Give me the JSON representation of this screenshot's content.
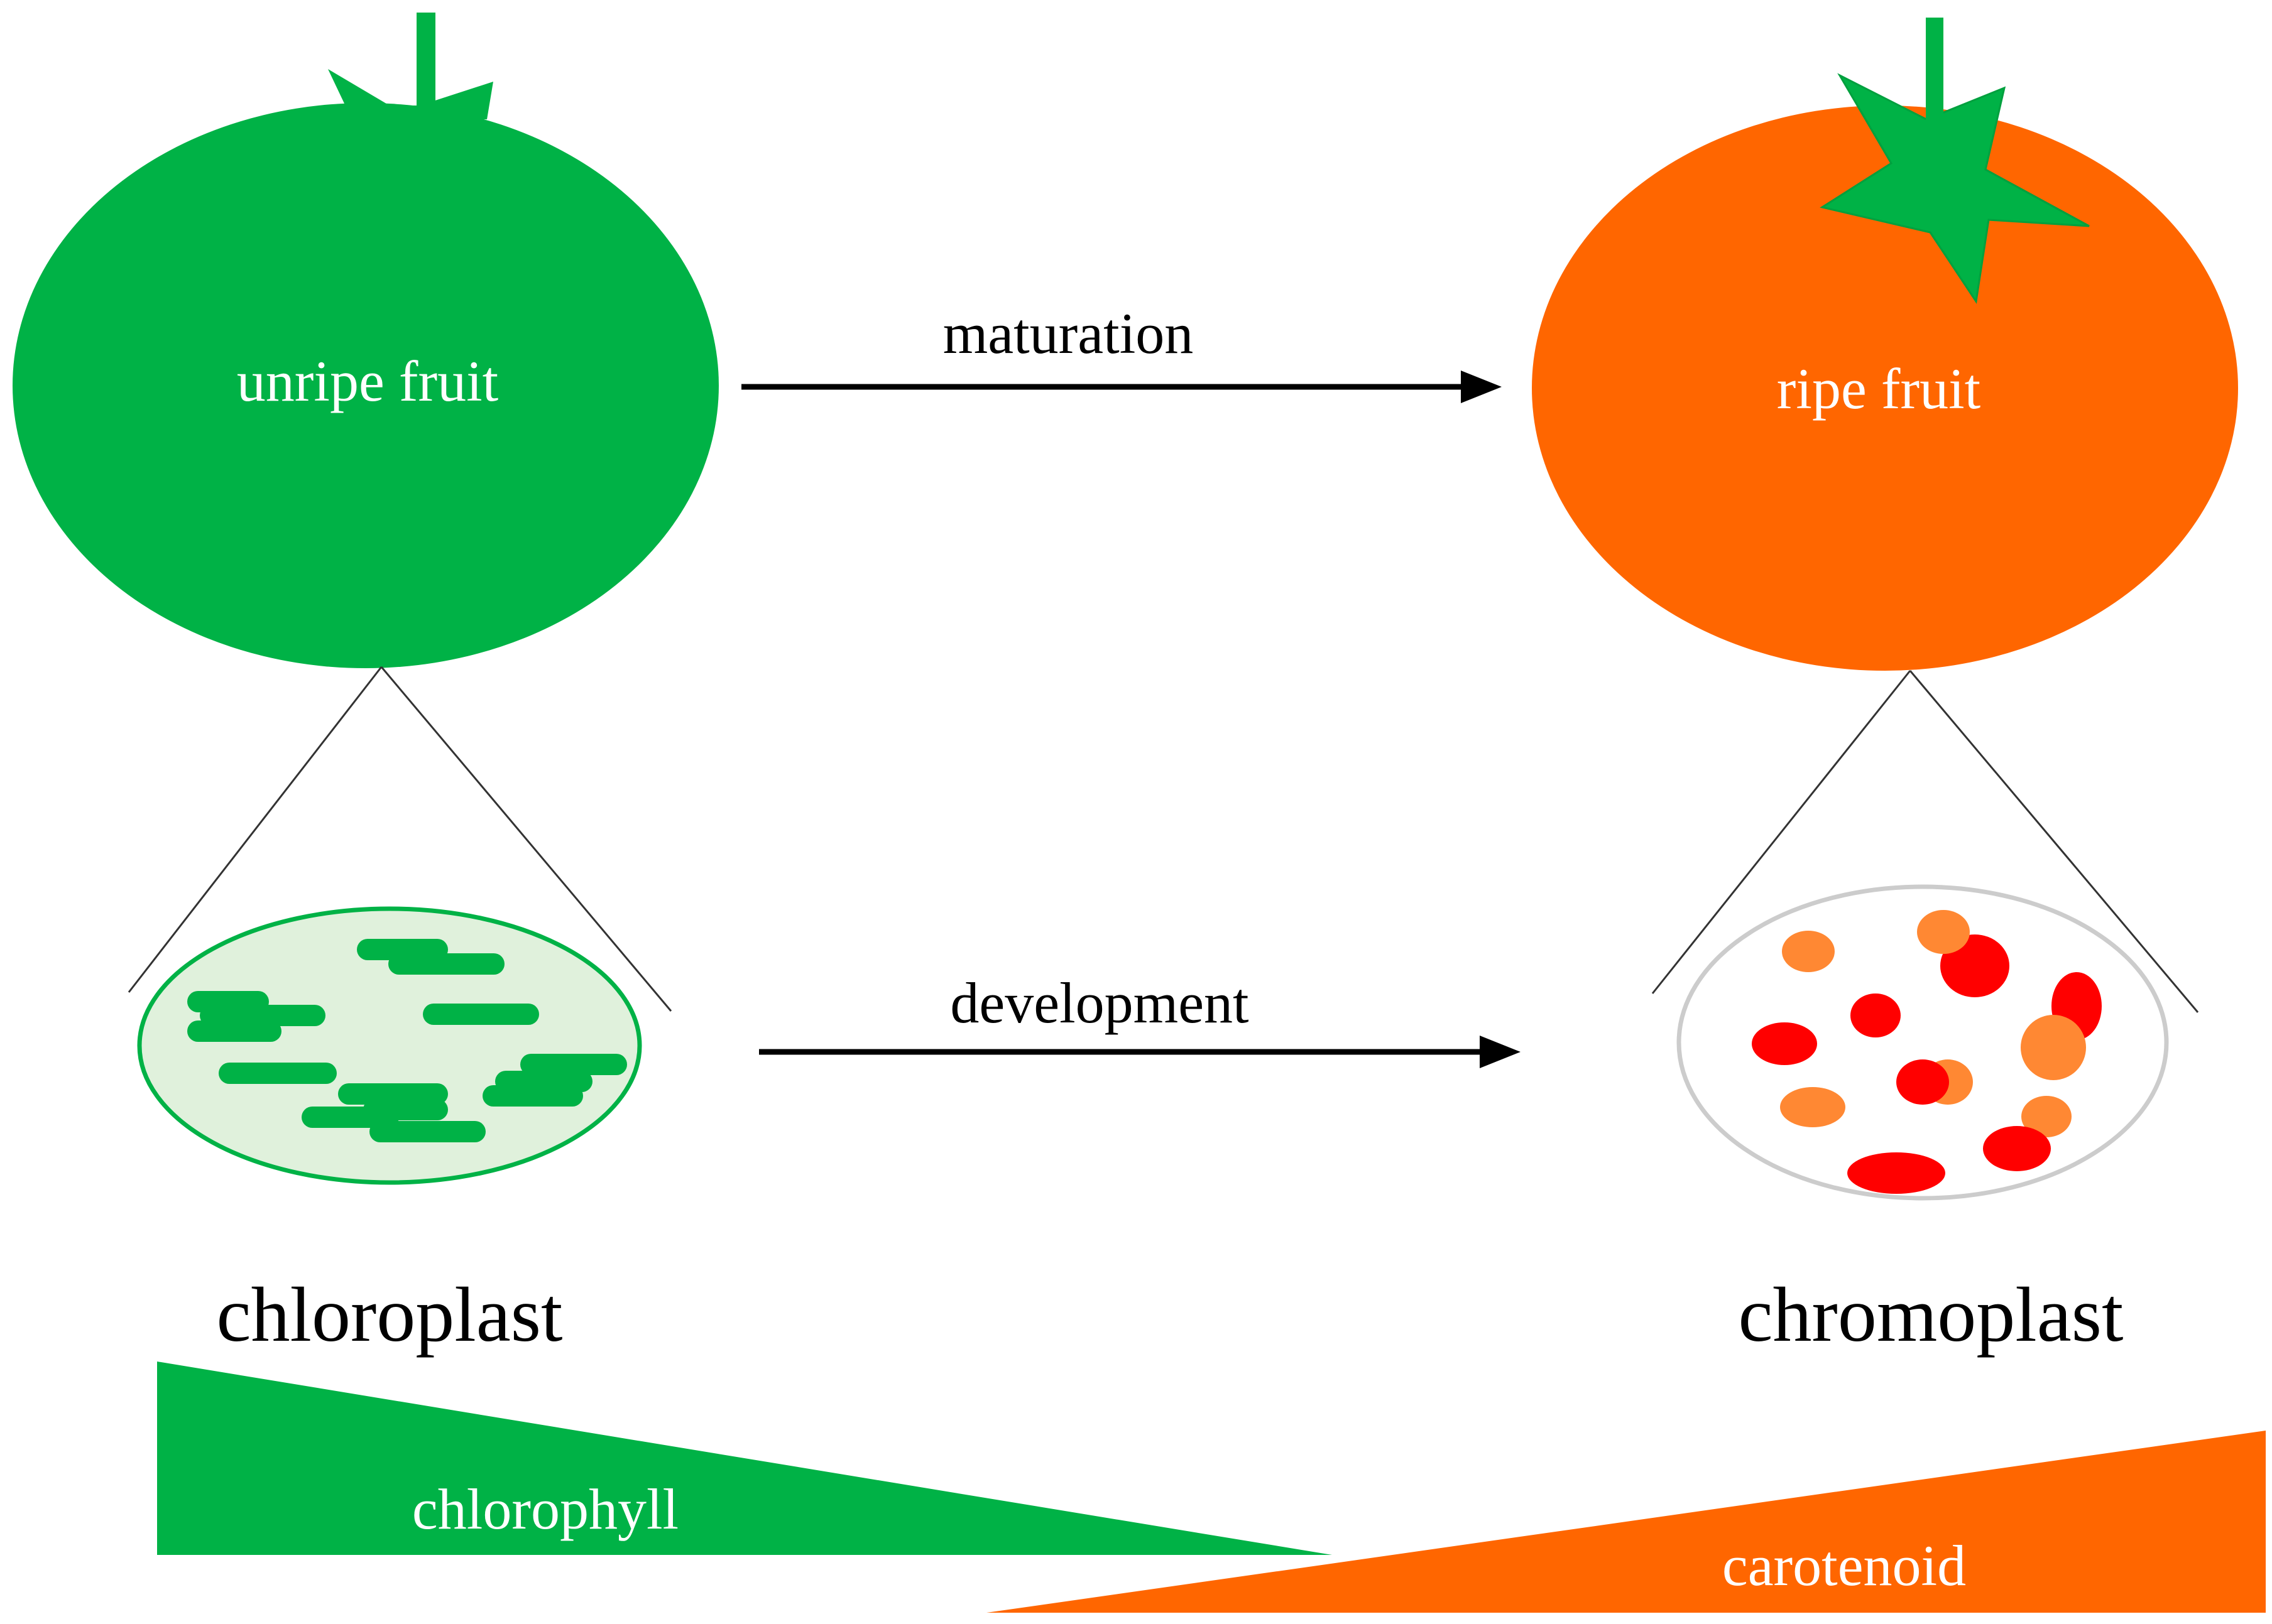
{
  "labels": {
    "unripe_fruit": "unripe fruit",
    "ripe_fruit": "ripe fruit",
    "maturation": "maturation",
    "development": "development",
    "chloroplast": "chloroplast",
    "chromoplast": "chromoplast",
    "chlorophyll": "chlorophyll",
    "carotenoid": "carotenoid"
  },
  "colors": {
    "green": "#00b246",
    "orange": "#ff6600",
    "light_green": "#e0f1dc",
    "red": "#ff0000",
    "light_orange": "#ff8833",
    "grey": "#cccccc",
    "black": "#000000",
    "white": "#ffffff"
  }
}
